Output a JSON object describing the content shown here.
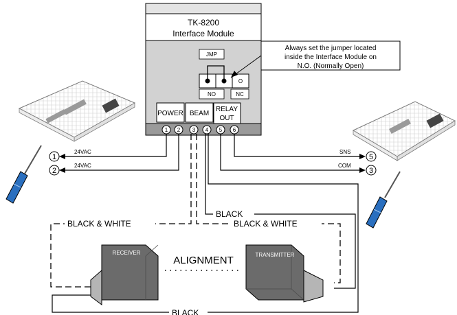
{
  "module": {
    "title": "TK-8200",
    "subtitle": "Interface Module",
    "jumper_label": "JMP",
    "no_label": "NO",
    "nc_label": "NC",
    "nc_terminal_symbol": "O"
  },
  "terminal_groups": {
    "power": "POWER",
    "beam": "BEAM",
    "relay_line1": "RELAY",
    "relay_line2": "OUT"
  },
  "terminals": [
    "1",
    "2",
    "3",
    "4",
    "5",
    "6"
  ],
  "callout": {
    "line1": "Always set the jumper located",
    "line2": "inside the Interface Module on",
    "line3": "N.O. (Normally Open)"
  },
  "left_panel": {
    "wire_top_label": "24VAC",
    "wire_top_number": "1",
    "wire_bottom_label": "24VAC",
    "wire_bottom_number": "2"
  },
  "right_panel": {
    "wire_top_label": "SNS",
    "wire_top_number": "5",
    "wire_bottom_label": "COM",
    "wire_bottom_number": "3"
  },
  "wires": {
    "black_top": "BLACK",
    "black_white_left": "BLACK & WHITE",
    "black_white_right": "BLACK & WHITE",
    "black_bottom": "BLACK"
  },
  "devices": {
    "receiver": "RECEIVER",
    "transmitter": "TRANSMITTER",
    "alignment": "ALIGNMENT"
  },
  "colors": {
    "device_fill": "#6b6b6b",
    "lens_fill": "#b5b5b5",
    "module_fill": "#d2d2d2",
    "screwdriver_handle": "#2a6fbf"
  }
}
